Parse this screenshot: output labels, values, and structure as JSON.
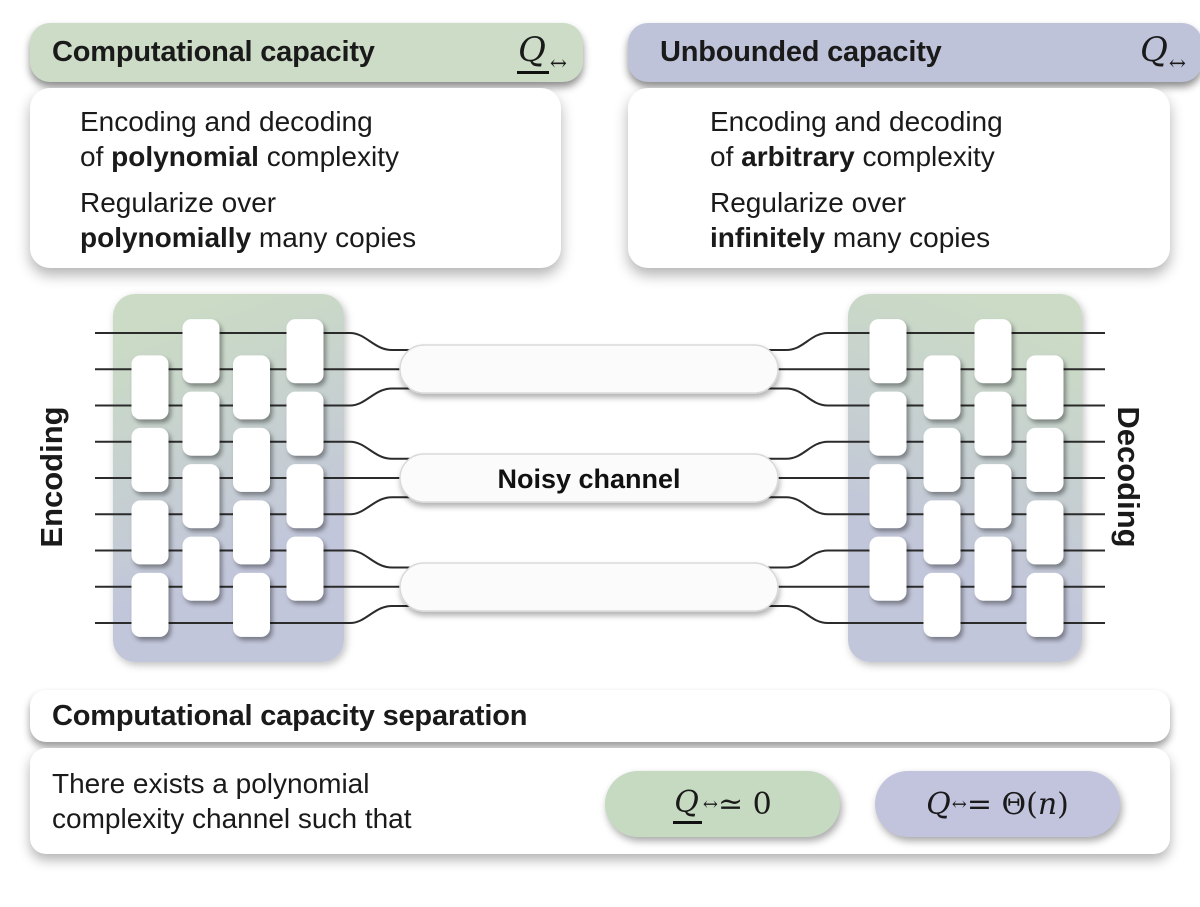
{
  "colors": {
    "header_green": "#ccdcc7",
    "header_lavender": "#bfc3da",
    "block_green": "#cbdbc5",
    "block_lavender": "#c2c6da",
    "badge_green": "#c6d9c1",
    "badge_lavender": "#c1c4dc",
    "wire": "#2b2b2b",
    "capsule_fill": "#fbfbfb",
    "capsule_stroke": "#d9d9d9",
    "gate_fill": "#ffffff",
    "text": "#1a1a1a"
  },
  "cards": {
    "left": {
      "title": "Computational capacity",
      "symbol": "Q",
      "symbol_sub": "↔",
      "p1_l1": "Encoding and decoding",
      "p1_l2_pre": "of ",
      "p1_l2_bold": "polynomial",
      "p1_l2_post": " complexity",
      "p2_l1": "Regularize over",
      "p2_l2_bold": "polynomially",
      "p2_l2_post": " many copies"
    },
    "right": {
      "title": "Unbounded capacity",
      "symbol": "Q",
      "symbol_sub": "↔",
      "p1_l1": "Encoding and decoding",
      "p1_l2_pre": "of ",
      "p1_l2_bold": "arbitrary",
      "p1_l2_post": " complexity",
      "p2_l1": "Regularize over",
      "p2_l2_bold": "infinitely",
      "p2_l2_post": " many copies"
    }
  },
  "diagram": {
    "encoding_label": "Encoding",
    "decoding_label": "Decoding",
    "noisy_channel_label": "Noisy channel"
  },
  "bottom": {
    "title": "Computational capacity separation",
    "body_l1": "There exists a polynomial",
    "body_l2": "complexity channel such that",
    "green_badge": {
      "q": "Q",
      "sub": "↔",
      "rest": " ≃ 0"
    },
    "purple_badge": {
      "q": "Q",
      "sub": "↔",
      "rest_pre": " = Θ(",
      "var": "n",
      "rest_post": ")"
    }
  }
}
